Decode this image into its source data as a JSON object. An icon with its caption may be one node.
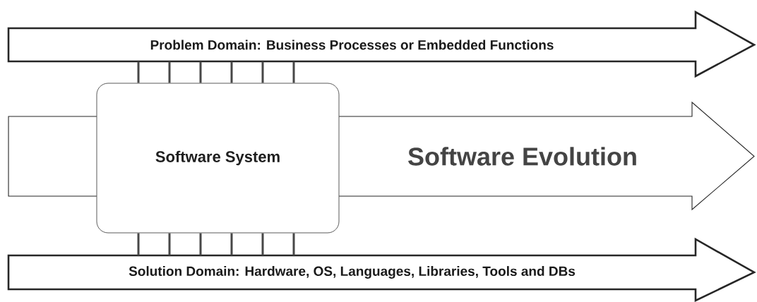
{
  "diagram": {
    "nodes": [
      {
        "text": [
          "Problem Domain: Business Processes or Embedded Functions"
        ]
      },
      {
        "text": [
          "Software Evolution"
        ]
      },
      {
        "text": [
          "Software System"
        ]
      },
      {
        "text": [
          "Solution Domain: Hardware, OS, Languages, Libraries, Tools and DBs"
        ]
      }
    ],
    "edges": [
      {
        "from": 0,
        "to": 2,
        "arrow": "none"
      },
      {
        "from": 0,
        "to": 2,
        "arrow": "none"
      },
      {
        "from": 0,
        "to": 2,
        "arrow": "none"
      },
      {
        "from": 0,
        "to": 2,
        "arrow": "none"
      },
      {
        "from": 0,
        "to": 2,
        "arrow": "none"
      },
      {
        "from": 0,
        "to": 2,
        "arrow": "none"
      },
      {
        "from": 2,
        "to": 3,
        "arrow": "none"
      },
      {
        "from": 2,
        "to": 3,
        "arrow": "none"
      },
      {
        "from": 2,
        "to": 3,
        "arrow": "none"
      },
      {
        "from": 2,
        "to": 3,
        "arrow": "none"
      },
      {
        "from": 2,
        "to": 3,
        "arrow": "none"
      },
      {
        "from": 2,
        "to": 3,
        "arrow": "none"
      }
    ]
  }
}
